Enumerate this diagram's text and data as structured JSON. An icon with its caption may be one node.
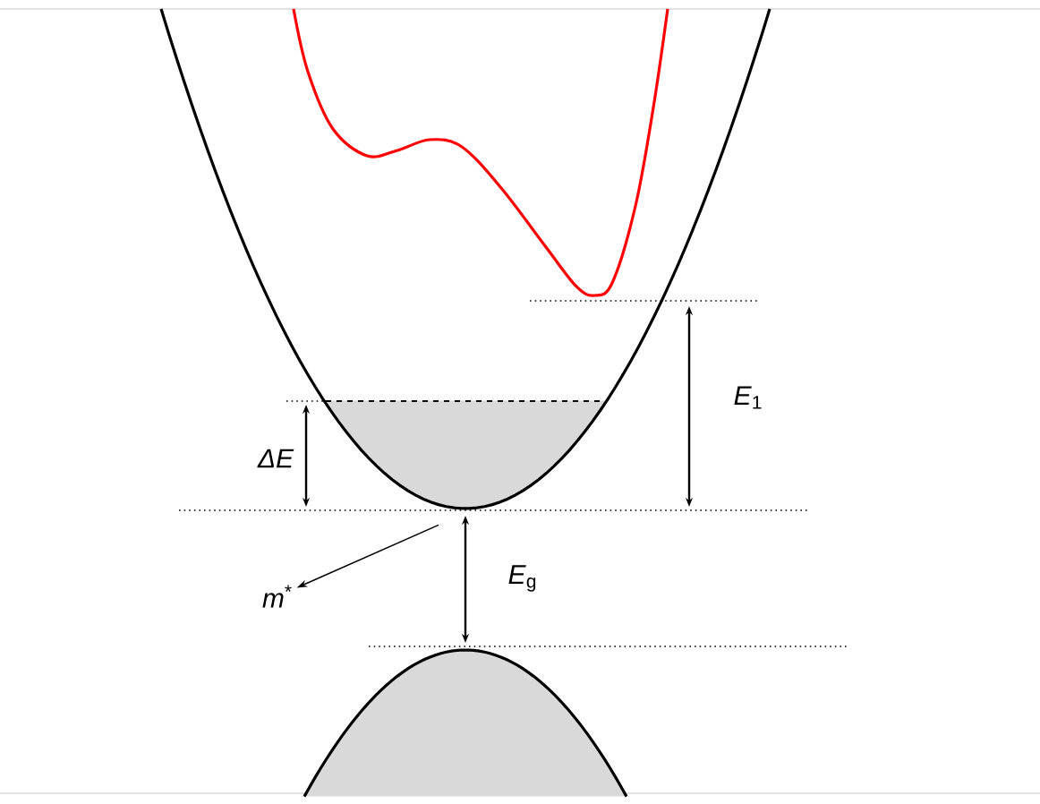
{
  "diagram": {
    "nodes": [
      {
        "text": [
          "*m*$^{*}$"
        ]
      },
      {
        "text": [],
        "shape": "curve"
      }
    ],
    "edges": [
      {
        "from": 1,
        "to": 0,
        "arrow": "to"
      }
    ],
    "labels": [
      "*E*$_{1}$",
      "ΔE",
      "*E*$_{g}$"
    ]
  }
}
